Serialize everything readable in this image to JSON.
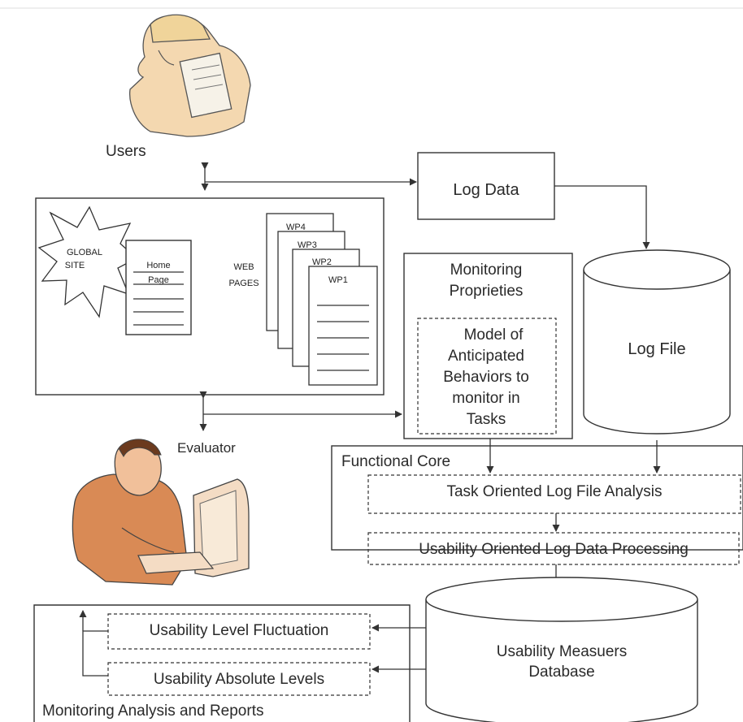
{
  "users_label": "Users",
  "evaluator_label": "Evaluator",
  "log_data_label": "Log Data",
  "log_file_label": "Log File",
  "global_site_line1": "GLOBAL",
  "global_site_line2": "SITE",
  "home_page_line1": "Home",
  "home_page_line2": "Page",
  "web_pages_line1": "WEB",
  "web_pages_line2": "PAGES",
  "wp_labels": [
    "WP4",
    "WP3",
    "WP2",
    "WP1"
  ],
  "monitoring_proprieties_line1": "Monitoring",
  "monitoring_proprieties_line2": "Proprieties",
  "model_lines": [
    "Model of",
    "Anticipated",
    "Behaviors to",
    "monitor in",
    "Tasks"
  ],
  "functional_core_label": "Functional Core",
  "task_analysis_label": "Task Oriented Log File Analysis",
  "usability_processing_label": "Usability Oriented Log Data Processing",
  "db_line1": "Usability Measuers",
  "db_line2": "Database",
  "fluctuation_label": "Usability  Level Fluctuation",
  "absolute_label": "Usability Absolute Levels",
  "reports_label": "Monitoring Analysis and Reports",
  "colors": {
    "line": "#333333",
    "skin": "#f1c09a",
    "skin_dark": "#c8733e",
    "helmet": "#f0d49a"
  }
}
